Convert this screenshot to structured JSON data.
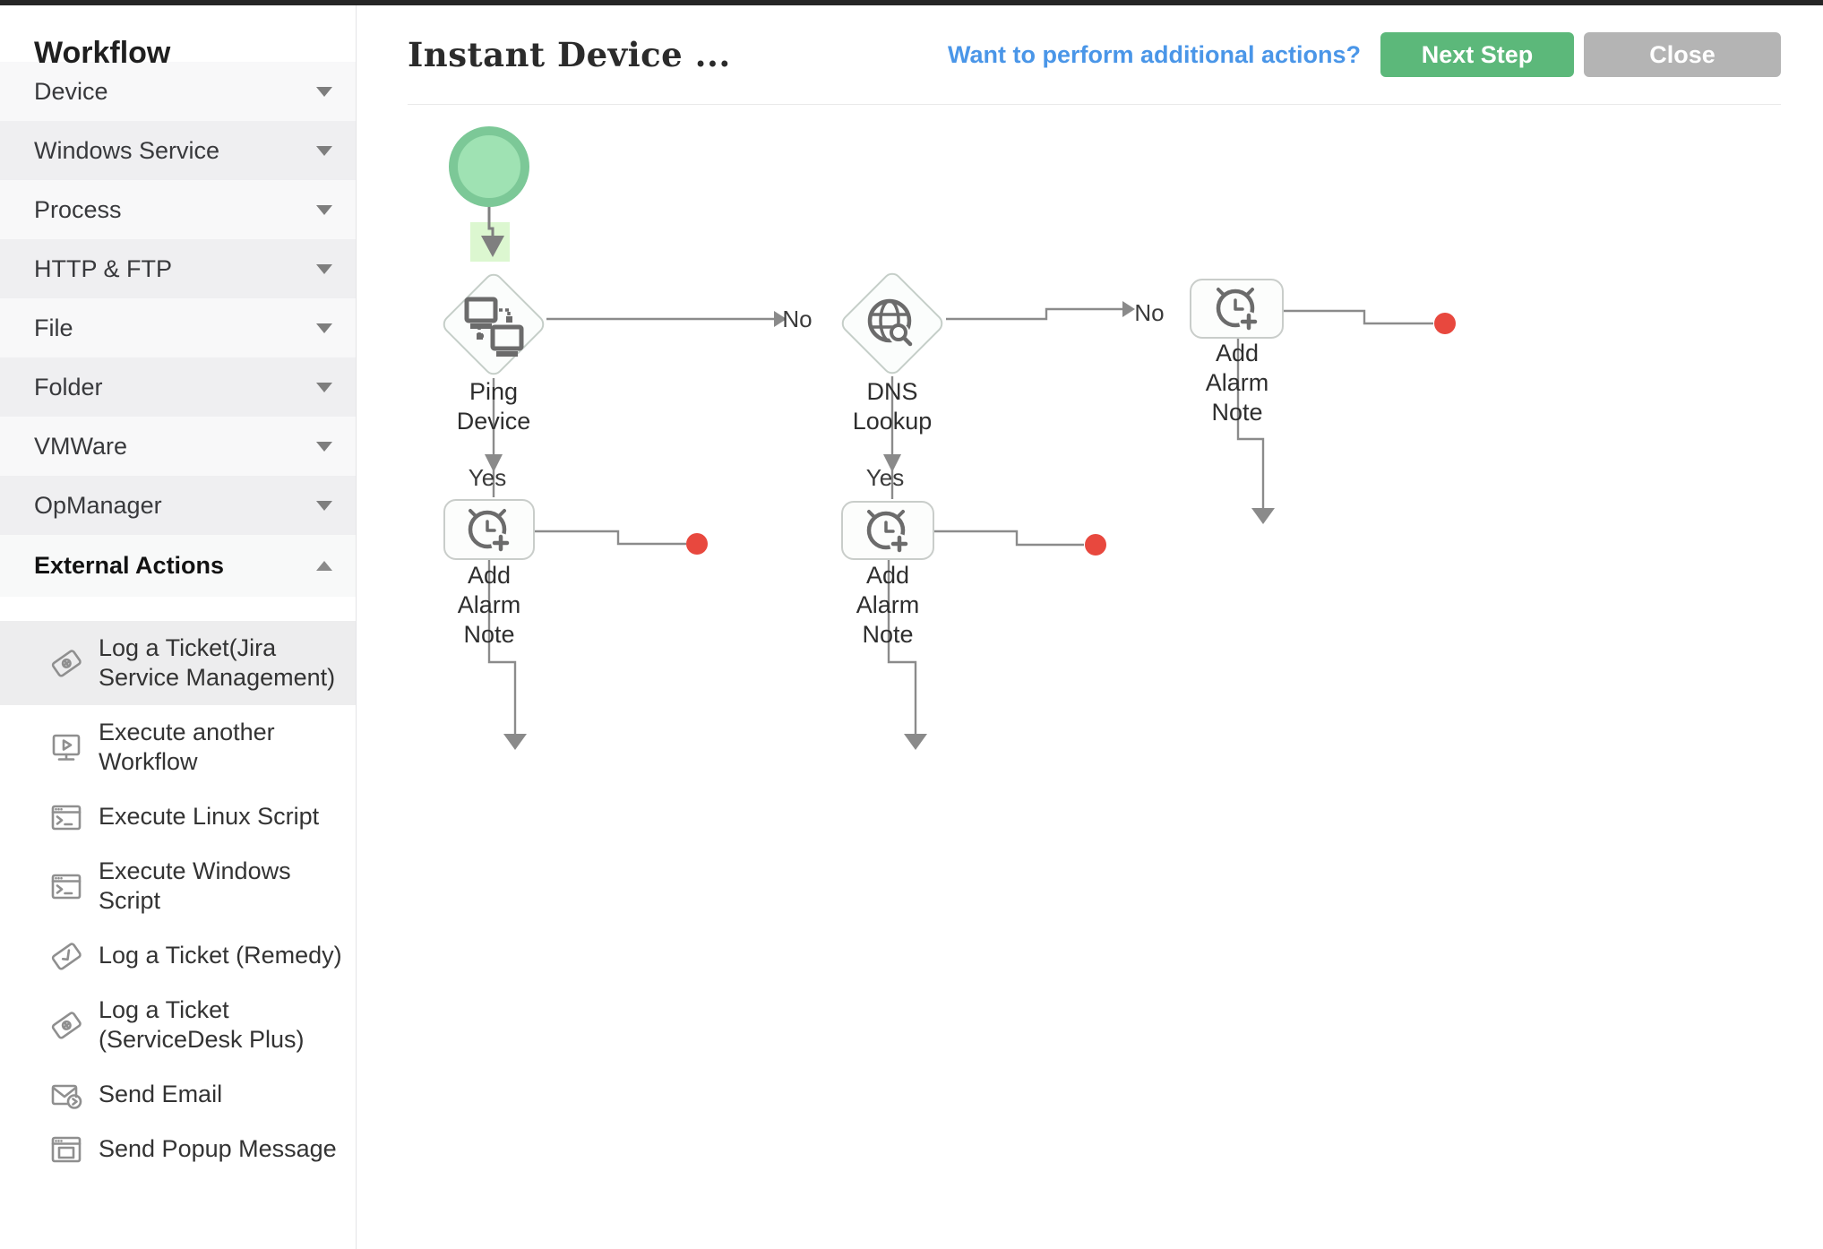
{
  "sidebar": {
    "title": "Workflow",
    "sections": [
      {
        "label": "Device",
        "expanded": false
      },
      {
        "label": "Windows Service",
        "expanded": false
      },
      {
        "label": "Process",
        "expanded": false
      },
      {
        "label": "HTTP & FTP",
        "expanded": false
      },
      {
        "label": "File",
        "expanded": false
      },
      {
        "label": "Folder",
        "expanded": false
      },
      {
        "label": "VMWare",
        "expanded": false
      },
      {
        "label": "OpManager",
        "expanded": false
      },
      {
        "label": "External Actions",
        "expanded": true
      }
    ],
    "actions": [
      {
        "label": "Log a Ticket(Jira Service Management)",
        "icon": "ticket-icon",
        "selected": true
      },
      {
        "label": "Execute another Workflow",
        "icon": "workflow-monitor-icon",
        "selected": false
      },
      {
        "label": "Execute Linux Script",
        "icon": "terminal-icon",
        "selected": false
      },
      {
        "label": "Execute Windows Script",
        "icon": "terminal-icon",
        "selected": false
      },
      {
        "label": "Log a Ticket (Remedy)",
        "icon": "ticket-check-icon",
        "selected": false
      },
      {
        "label": "Log a Ticket (ServiceDesk Plus)",
        "icon": "ticket-icon",
        "selected": false
      },
      {
        "label": "Send Email",
        "icon": "mail-send-icon",
        "selected": false
      },
      {
        "label": "Send Popup Message",
        "icon": "popup-window-icon",
        "selected": false
      }
    ]
  },
  "header": {
    "title": "Instant Device ...",
    "link": "Want to perform additional actions?",
    "next_step_label": "Next Step",
    "close_label": "Close"
  },
  "flow": {
    "nodes": {
      "ping": {
        "label": "Ping Device",
        "icon": "network-ping-icon"
      },
      "dns": {
        "label": "DNS Lookup",
        "icon": "globe-search-icon"
      },
      "alarm1": {
        "label": "Add Alarm Note",
        "icon": "alarm-add-icon"
      },
      "alarm2": {
        "label": "Add Alarm Note",
        "icon": "alarm-add-icon"
      },
      "alarm3": {
        "label": "Add Alarm Note",
        "icon": "alarm-add-icon"
      }
    },
    "edge_labels": {
      "yes1": "Yes",
      "no1": "No",
      "yes2": "Yes",
      "no2": "No"
    }
  },
  "colors": {
    "accent_green": "#5cb87a",
    "close_gray": "#b4b4b4",
    "link_blue": "#4a96e8",
    "start_ring": "#7cc897",
    "start_fill": "#9fe2b3",
    "drop_highlight": "#dcf7d0",
    "end_dot_red": "#e8483e",
    "connector_gray": "#8b8b8b",
    "node_border": "#c5cec8",
    "topbar": "#262626"
  }
}
